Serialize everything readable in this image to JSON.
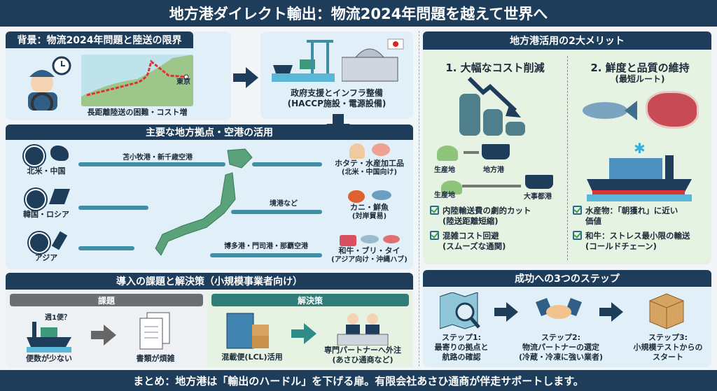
{
  "title": "地方港ダイレクト輸出：物流2024年問題を越えて世界へ",
  "background": {
    "header": "背景：物流2024年問題と陸送の限界",
    "map_label": "東京",
    "caption": "長距離陸送の困難・コスト増"
  },
  "government": {
    "caption_line1": "政府支援とインフラ整備",
    "caption_line2": "(HACCP施設・電源設備)"
  },
  "hubs": {
    "header": "主要な地方拠点・空港の活用",
    "regions": [
      {
        "label": "北米・中国"
      },
      {
        "label": "韓国・ロシア"
      },
      {
        "label": "アジア"
      }
    ],
    "routes": [
      {
        "port": "苫小牧港・新千歳空港",
        "product": "ホタテ・水産加工品",
        "note": "(北米・中国向け)"
      },
      {
        "port": "境港など",
        "product": "カニ・鮮魚",
        "note": "(対岸貿易)"
      },
      {
        "port": "博多港・門司港・那覇空港",
        "product": "和牛・ブリ・タイ",
        "note": "(アジア向け・沖縄ハブ)"
      }
    ]
  },
  "challenges": {
    "header": "導入の課題と解決策（小規模事業者向け）",
    "issue_header": "課題",
    "solution_header": "解決策",
    "issue_question": "週1便？",
    "issue1": "便数が少ない",
    "issue2": "書類が煩雑",
    "solution1": "混載便(LCL)活用",
    "solution2_line1": "専門パートナーへ外注",
    "solution2_line2": "(あさひ通商など)"
  },
  "merits": {
    "header": "地方港活用の2大メリット",
    "m1": {
      "title": "1. 大幅なコスト削減",
      "origin1": "生産地",
      "origin2": "生産地",
      "local_port": "地方港",
      "major_port": "大事都港",
      "points": [
        {
          "main": "内陸輸送費の劇的カット",
          "sub": "(陸送距離短縮)"
        },
        {
          "main": "混雑コスト回避",
          "sub": "(スムーズな通関)"
        }
      ]
    },
    "m2": {
      "title": "2. 鮮度と品質の維持",
      "subtitle": "(最短ルート)",
      "points": [
        {
          "main": "水産物：「朝獲れ」に近い",
          "sub": "価値"
        },
        {
          "main": "和牛：ストレス最小限の輸送",
          "sub": "(コールドチェーン)"
        }
      ]
    }
  },
  "steps": {
    "header": "成功への3つのステップ",
    "items": [
      {
        "label": "ステップ1:",
        "line1": "最寄りの拠点と",
        "line2": "航路の確認"
      },
      {
        "label": "ステップ2:",
        "line1": "物流パートナーの選定",
        "line2": "(冷蔵・冷凍に強い業者)"
      },
      {
        "label": "ステップ3:",
        "line1": "小規模テストからの",
        "line2": "スタート"
      }
    ]
  },
  "footer": "まとめ：地方港は「輸出のハードル」を下げる扉。有限会社あさひ通商が伴走サポートします。",
  "colors": {
    "navy": "#1e3d5a",
    "teal": "#3e8fa6",
    "green_panel": "#e6f2e2",
    "blue_panel": "#e1eff8"
  }
}
